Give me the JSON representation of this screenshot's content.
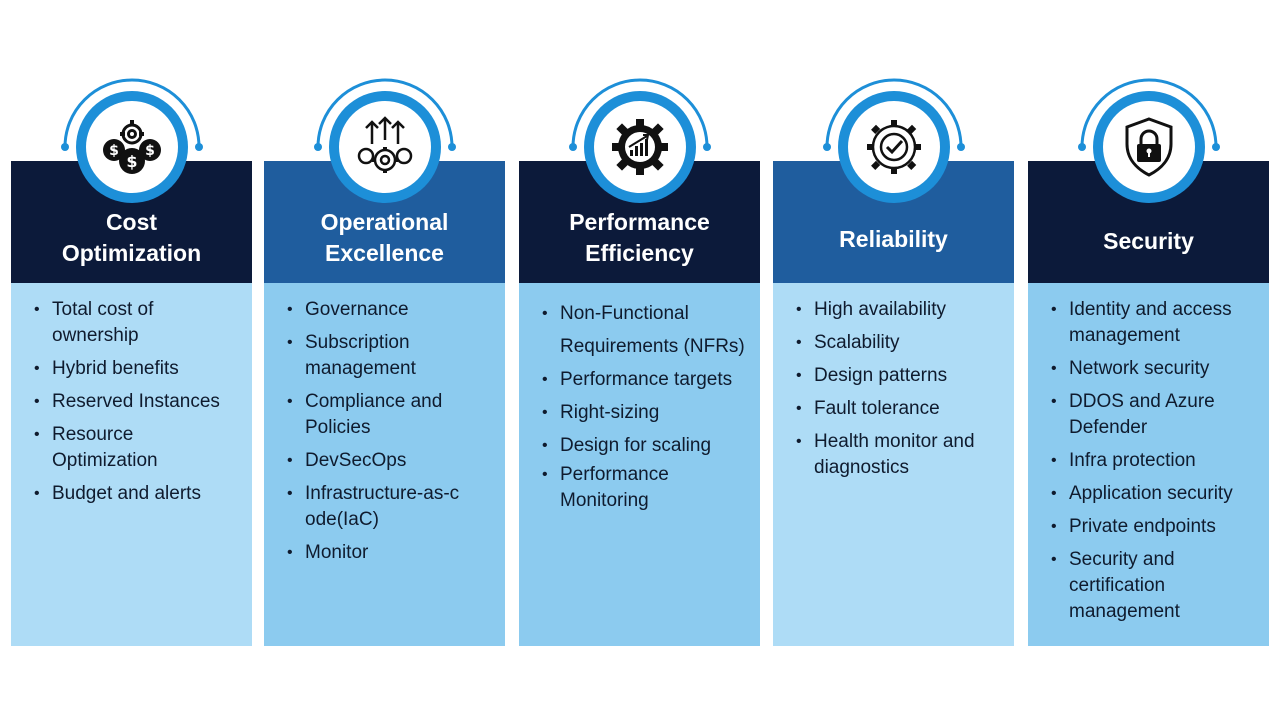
{
  "colors": {
    "navy": "#0c1a3a",
    "royal": "#1f5d9e",
    "ring": "#1d8fd8",
    "pale_blue": "#aedcf6",
    "mid_blue": "#8ccbef"
  },
  "pillars": [
    {
      "title": "Cost\nOptimization",
      "icon": "money-gear-icon",
      "items": [
        "Total cost of ownership",
        "Hybrid benefits",
        "Reserved Instances",
        "Resource Optimization",
        "Budget and alerts"
      ]
    },
    {
      "title": "Operational\nExcellence",
      "icon": "gears-arrows-icon",
      "items": [
        "Governance",
        "Subscription management",
        "Compliance and Policies",
        "DevSecOps",
        "Infrastructure-as-code(IaC)",
        "Monitor"
      ]
    },
    {
      "title": "Performance\nEfficiency",
      "icon": "gear-chart-icon",
      "items": [
        "Non-Functional Requirements (NFRs)",
        "Performance targets",
        "Right-sizing",
        "Design for scaling",
        "Performance Monitoring"
      ]
    },
    {
      "title": "Reliability",
      "icon": "gear-check-icon",
      "items": [
        "High availability",
        "Scalability",
        "Design patterns",
        "Fault tolerance",
        "Health monitor and diagnostics"
      ]
    },
    {
      "title": "Security",
      "icon": "shield-lock-icon",
      "items": [
        "Identity and access management",
        "Network security",
        "DDOS and Azure Defender",
        "Infra protection",
        "Application security",
        "Private endpoints",
        "Security and certification management"
      ]
    }
  ]
}
